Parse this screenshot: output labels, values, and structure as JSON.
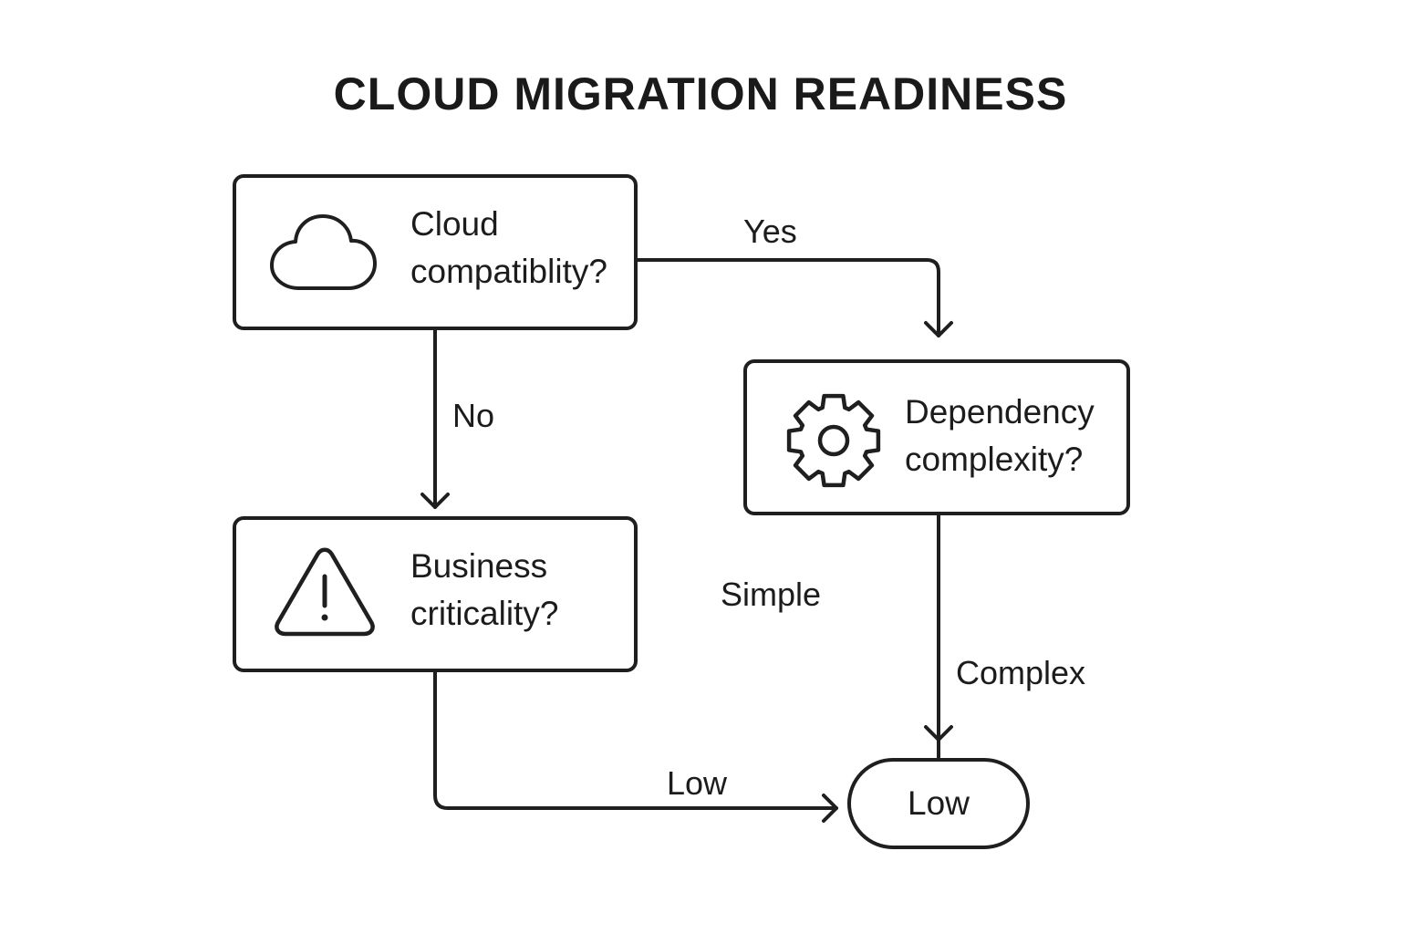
{
  "title": "CLOUD MIGRATION READINESS",
  "nodes": {
    "cloud": {
      "line1": "Cloud",
      "line2": "compatiblity?",
      "icon": "cloud-icon"
    },
    "dependency": {
      "line1": "Dependency",
      "line2": "complexity?",
      "icon": "gear-icon"
    },
    "business": {
      "line1": "Business",
      "line2": "criticality?",
      "icon": "warning-icon"
    },
    "terminal": {
      "label": "Low"
    }
  },
  "edges": {
    "yes": "Yes",
    "no": "No",
    "simple": "Simple",
    "complex": "Complex",
    "low": "Low"
  },
  "colors": {
    "stroke": "#1f1f1f",
    "background": "#ffffff"
  }
}
